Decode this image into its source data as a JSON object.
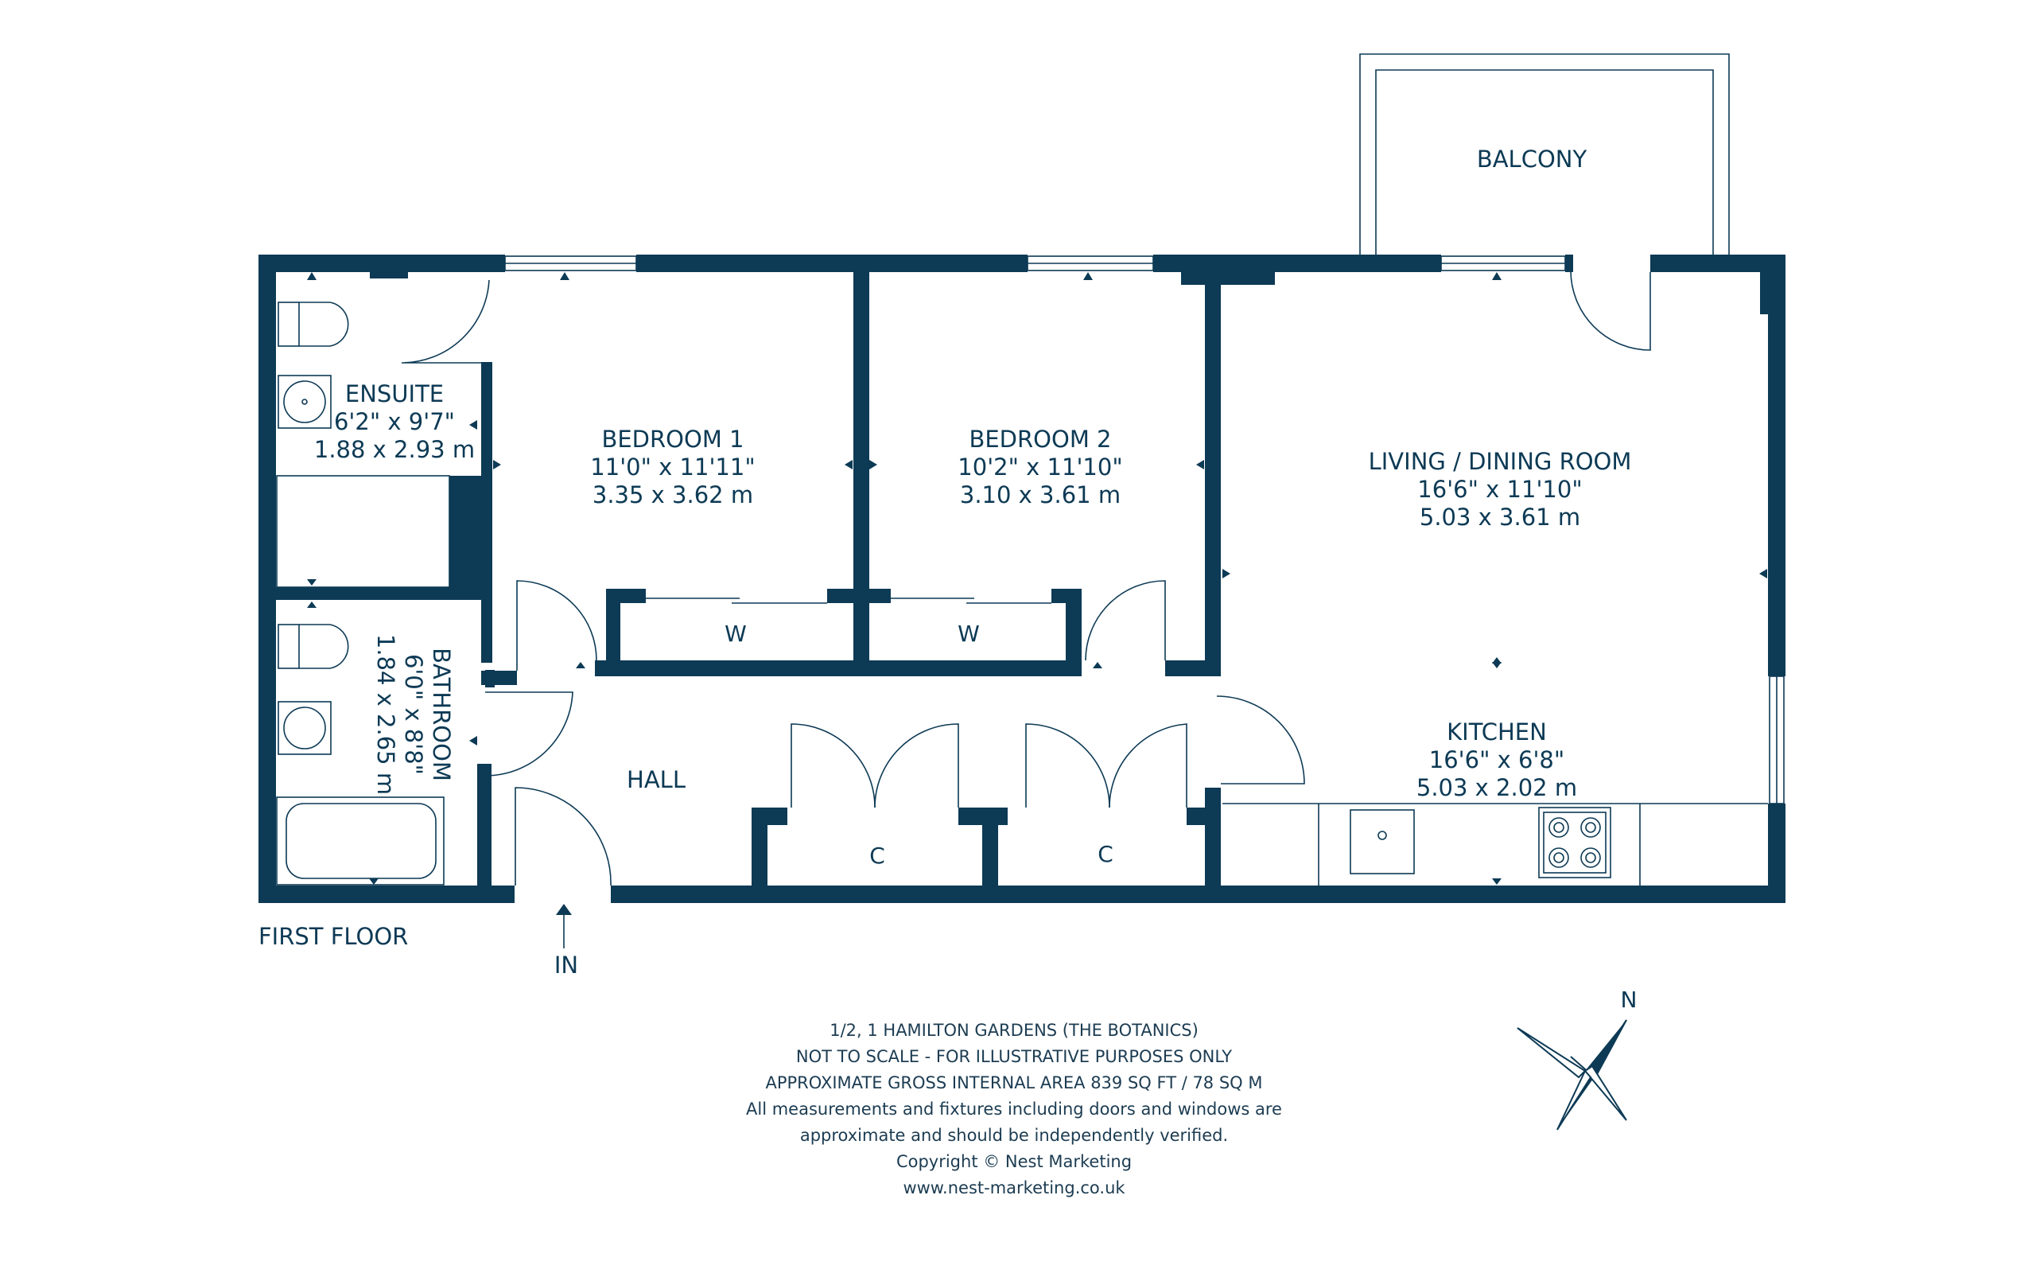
{
  "rooms": {
    "balcony": {
      "name": "BALCONY"
    },
    "ensuite": {
      "name": "ENSUITE",
      "imperial": "6'2\" x 9'7\"",
      "metric": "1.88 x 2.93 m"
    },
    "bedroom1": {
      "name": "BEDROOM 1",
      "imperial": "11'0\" x 11'11\"",
      "metric": "3.35 x 3.62 m"
    },
    "bedroom2": {
      "name": "BEDROOM 2",
      "imperial": "10'2\" x 11'10\"",
      "metric": "3.10 x 3.61 m"
    },
    "living": {
      "name": "LIVING / DINING ROOM",
      "imperial": "16'6\" x 11'10\"",
      "metric": "5.03 x 3.61 m"
    },
    "bathroom": {
      "name": "BATHROOM",
      "imperial": "6'0\" x 8'8\"",
      "metric": "1.84 x 2.65 m"
    },
    "kitchen": {
      "name": "KITCHEN",
      "imperial": "16'6\" x 6'8\"",
      "metric": "5.03 x 2.02 m"
    },
    "hall": {
      "name": "HALL"
    },
    "wardrobe1": {
      "name": "W"
    },
    "wardrobe2": {
      "name": "W"
    },
    "cupboard1": {
      "name": "C"
    },
    "cupboard2": {
      "name": "C"
    }
  },
  "floor_label": "FIRST FLOOR",
  "entrance_label": "IN",
  "compass_label": "N",
  "footer": [
    "1/2, 1 HAMILTON GARDENS (THE BOTANICS)",
    "NOT TO SCALE - FOR ILLUSTRATIVE PURPOSES ONLY",
    "APPROXIMATE GROSS INTERNAL AREA 839 SQ FT / 78 SQ M",
    "All measurements and fixtures including doors and windows are",
    "approximate and should be independently verified.",
    "Copyright © Nest Marketing",
    "www.nest-marketing.co.uk"
  ],
  "colors": {
    "wall": "#0d3a55",
    "text": "#0d3a55",
    "background": "#ffffff"
  }
}
